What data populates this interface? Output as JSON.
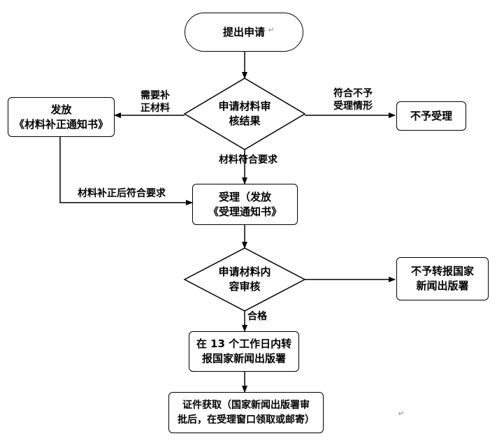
{
  "nodes": {
    "start": "提出申请",
    "review_materials": "申请材料审\n核结果",
    "supplement_notice": "发放\n《材料补正通知书》",
    "reject": "不予受理",
    "accept": "受理（发放\n《受理通知书》",
    "review_content": "申请材料内\n容审核",
    "not_forward": "不予转报国家\n新闻出版署",
    "forward": "在 13 个工作日内转\n报国家新闻出版署",
    "certificate": "证件获取（国家新闻出版署审\n批后，在受理窗口领取或邮寄）"
  },
  "edges": {
    "need_supplement": "需要补\n正材料",
    "reject_condition": "符合不予\n受理情形",
    "meets_requirements": "材料符合要求",
    "supplemented_ok": "材料补正后符合要求",
    "qualified": "合格"
  }
}
